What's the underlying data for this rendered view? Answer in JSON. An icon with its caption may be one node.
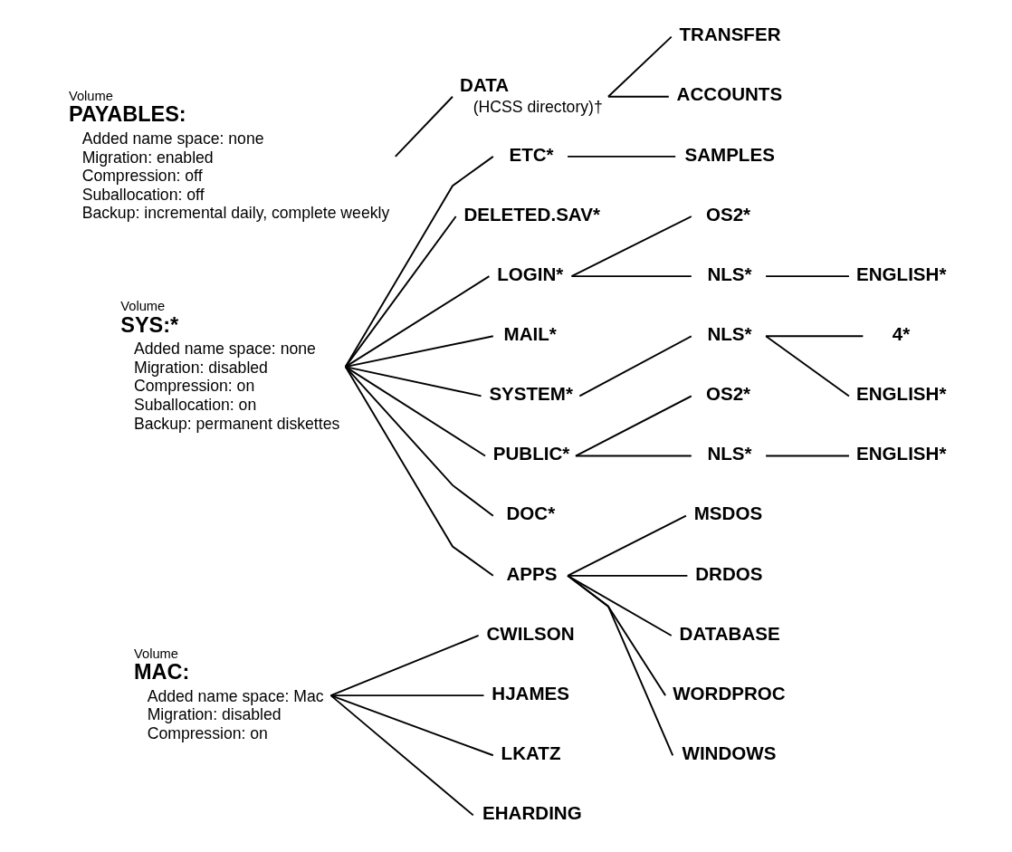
{
  "diagram": {
    "nodes": [
      {
        "text": [
          "Volume",
          "PAYABLES:"
        ],
        "beside": [
          "Added name space: none",
          "Migration: enabled",
          "Compression: off",
          "Suballocation: off",
          "Backup: incremental daily, complete weekly"
        ]
      },
      {
        "text": [
          "DATA"
        ],
        "beside": [
          "(HCSS directory)†"
        ]
      },
      {
        "text": [
          "TRANSFER"
        ]
      },
      {
        "text": [
          "ACCOUNTS"
        ]
      },
      {
        "text": [
          "Volume",
          "SYS:*"
        ],
        "beside": [
          "Added name space: none",
          "Migration: disabled",
          "Compression: on",
          "Suballocation: on",
          "Backup: permanent diskettes"
        ]
      },
      {
        "text": [
          "ETC*"
        ]
      },
      {
        "text": [
          "SAMPLES"
        ]
      },
      {
        "text": [
          "DELETED.SAV*"
        ]
      },
      {
        "text": [
          "LOGIN*"
        ]
      },
      {
        "text": [
          "OS2*"
        ]
      },
      {
        "text": [
          "NLS*"
        ]
      },
      {
        "text": [
          "ENGLISH*"
        ]
      },
      {
        "text": [
          "MAIL*"
        ]
      },
      {
        "text": [
          "SYSTEM*"
        ]
      },
      {
        "text": [
          "NLS*"
        ]
      },
      {
        "text": [
          "4*"
        ]
      },
      {
        "text": [
          "ENGLISH*"
        ]
      },
      {
        "text": [
          "PUBLIC*"
        ]
      },
      {
        "text": [
          "OS2*"
        ]
      },
      {
        "text": [
          "NLS*"
        ]
      },
      {
        "text": [
          "ENGLISH*"
        ]
      },
      {
        "text": [
          "DOC*"
        ]
      },
      {
        "text": [
          "APPS"
        ]
      },
      {
        "text": [
          "MSDOS"
        ]
      },
      {
        "text": [
          "DRDOS"
        ]
      },
      {
        "text": [
          "DATABASE"
        ]
      },
      {
        "text": [
          "WORDPROC"
        ]
      },
      {
        "text": [
          "WINDOWS"
        ]
      },
      {
        "text": [
          "Volume",
          "MAC:"
        ],
        "beside": [
          "Added name space: Mac",
          "Migration: disabled",
          "Compression: on"
        ]
      },
      {
        "text": [
          "CWILSON"
        ]
      },
      {
        "text": [
          "HJAMES"
        ]
      },
      {
        "text": [
          "LKATZ"
        ]
      },
      {
        "text": [
          "EHARDING"
        ]
      }
    ],
    "edges": [
      {
        "from": 0,
        "to": 1,
        "arrow": "none"
      },
      {
        "from": 1,
        "to": 2,
        "arrow": "none"
      },
      {
        "from": 1,
        "to": 3,
        "arrow": "none"
      },
      {
        "from": 4,
        "to": 5,
        "arrow": "none"
      },
      {
        "from": 5,
        "to": 6,
        "arrow": "none"
      },
      {
        "from": 4,
        "to": 7,
        "arrow": "none"
      },
      {
        "from": 4,
        "to": 8,
        "arrow": "none"
      },
      {
        "from": 8,
        "to": 9,
        "arrow": "none"
      },
      {
        "from": 8,
        "to": 10,
        "arrow": "none"
      },
      {
        "from": 10,
        "to": 11,
        "arrow": "none"
      },
      {
        "from": 4,
        "to": 12,
        "arrow": "none"
      },
      {
        "from": 4,
        "to": 13,
        "arrow": "none"
      },
      {
        "from": 13,
        "to": 14,
        "arrow": "none"
      },
      {
        "from": 14,
        "to": 15,
        "arrow": "none"
      },
      {
        "from": 14,
        "to": 16,
        "arrow": "none"
      },
      {
        "from": 4,
        "to": 17,
        "arrow": "none"
      },
      {
        "from": 17,
        "to": 18,
        "arrow": "none"
      },
      {
        "from": 17,
        "to": 19,
        "arrow": "none"
      },
      {
        "from": 19,
        "to": 20,
        "arrow": "none"
      },
      {
        "from": 4,
        "to": 21,
        "arrow": "none"
      },
      {
        "from": 4,
        "to": 22,
        "arrow": "none"
      },
      {
        "from": 22,
        "to": 23,
        "arrow": "none"
      },
      {
        "from": 22,
        "to": 24,
        "arrow": "none"
      },
      {
        "from": 22,
        "to": 25,
        "arrow": "none"
      },
      {
        "from": 22,
        "to": 26,
        "arrow": "none"
      },
      {
        "from": 22,
        "to": 27,
        "arrow": "none"
      },
      {
        "from": 28,
        "to": 29,
        "arrow": "none"
      },
      {
        "from": 28,
        "to": 30,
        "arrow": "none"
      },
      {
        "from": 28,
        "to": 31,
        "arrow": "none"
      },
      {
        "from": 28,
        "to": 32,
        "arrow": "none"
      }
    ]
  }
}
